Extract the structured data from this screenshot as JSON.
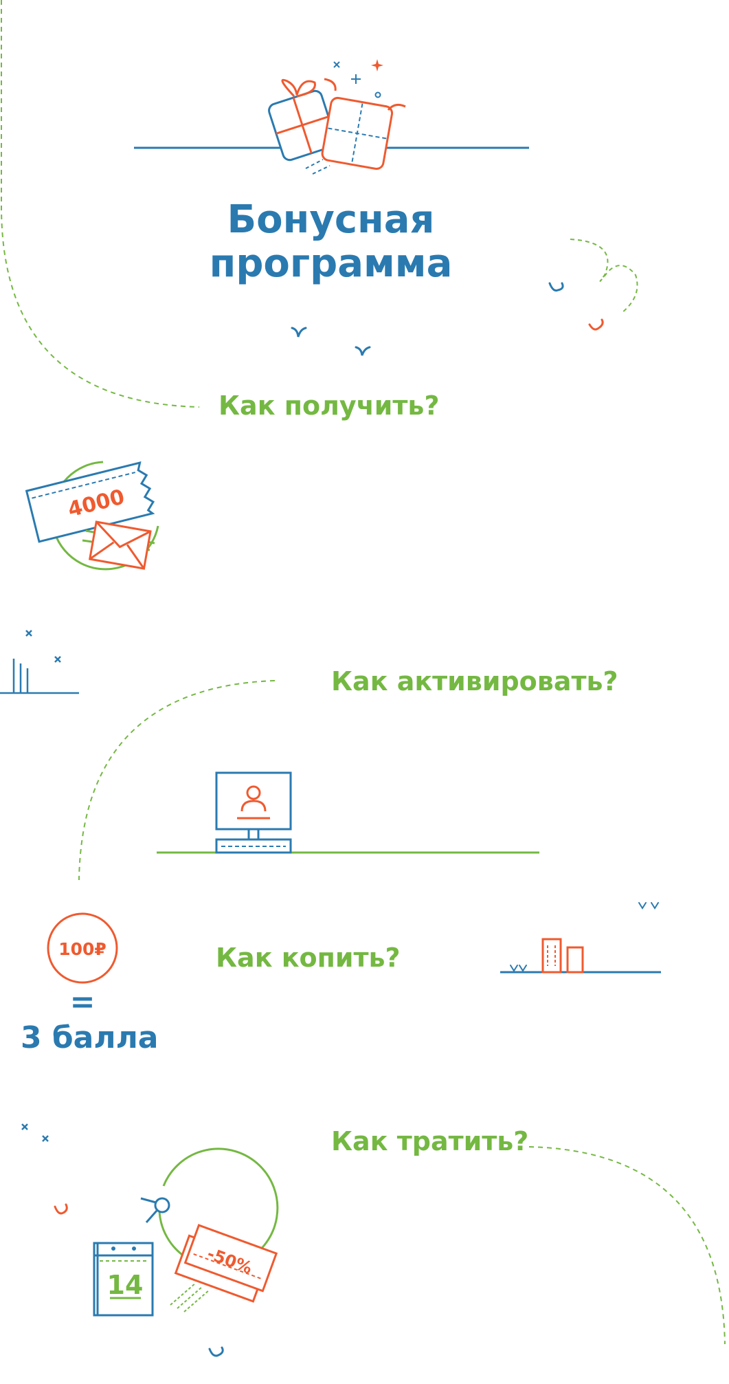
{
  "colors": {
    "blue": "#2a7ab0",
    "orange": "#ef5a2f",
    "green": "#74b842"
  },
  "hero": {
    "title_line1": "Бонусная",
    "title_line2": "программа",
    "icon": "gift-boxes-icon"
  },
  "sections": {
    "get": {
      "heading": "Как получить?",
      "card_amount": "4000",
      "icon": "gift-card-envelope-icon"
    },
    "activate": {
      "heading": "Как активировать?",
      "icon": "computer-profile-icon"
    },
    "save": {
      "heading": "Как копить?",
      "coin_value": "100₽",
      "equals_sign": "=",
      "points_text": "3 балла",
      "icon": "city-buildings-icon"
    },
    "spend": {
      "heading": "Как тратить?",
      "calendar_day": "14",
      "discount": "-50%",
      "icon": "calendar-coupon-icon"
    }
  }
}
